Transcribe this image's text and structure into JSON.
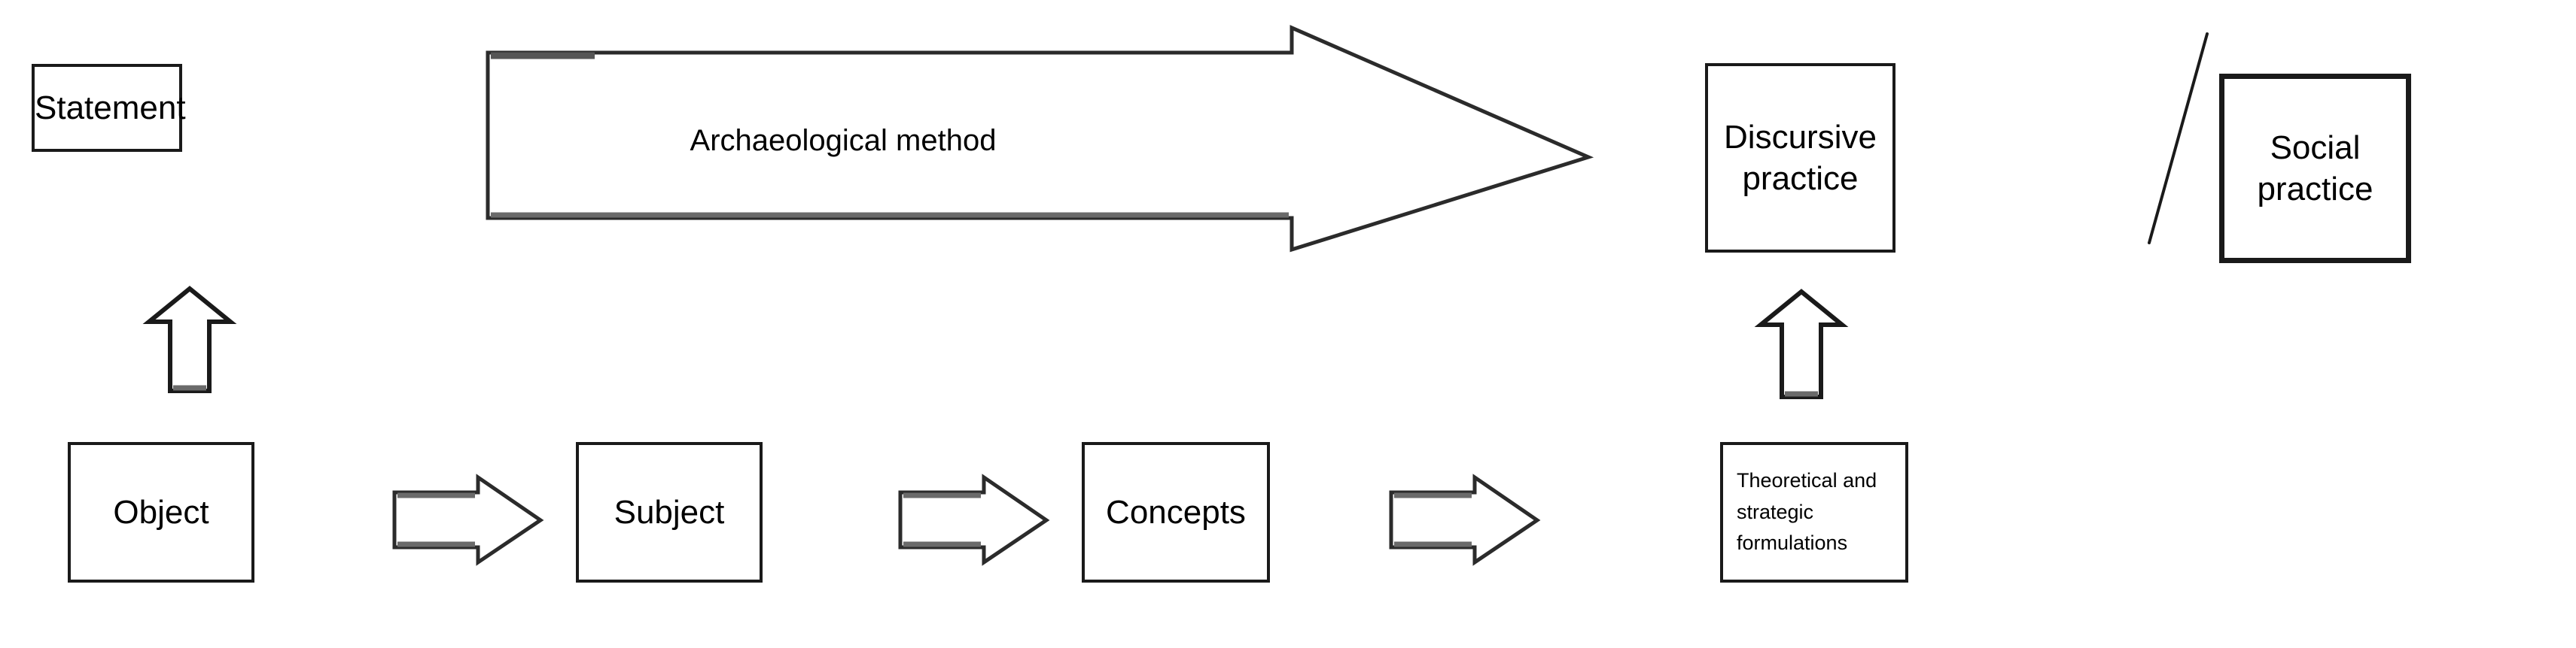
{
  "diagram": {
    "title": "Archaeological method diagram",
    "background_color": "#ffffff",
    "stroke_color": "#1a1a1a",
    "text_color": "#000000",
    "nodes": {
      "statement": {
        "label": "Statement"
      },
      "discursive_practice": {
        "label": "Discursive\npractice"
      },
      "social_practice": {
        "label": "Social\npractice"
      },
      "object": {
        "label": "Object"
      },
      "subject": {
        "label": "Subject"
      },
      "concepts": {
        "label": "Concepts"
      },
      "theoretical_formulations": {
        "label": "Theoretical and\nstrategic\nformulations"
      }
    },
    "connectors": {
      "archaeological_method_arrow": {
        "label": "Archaeological method",
        "direction": "right"
      },
      "object_to_subject": {
        "label": "",
        "direction": "right"
      },
      "subject_to_concepts": {
        "label": "",
        "direction": "right"
      },
      "concepts_to_theoretical": {
        "label": "",
        "direction": "right"
      },
      "object_to_statement": {
        "label": "",
        "direction": "up"
      },
      "theoretical_to_discursive": {
        "label": "",
        "direction": "up"
      },
      "divider_slash": {
        "label": "",
        "direction": "diagonal"
      }
    },
    "artifact": {
      "ghost_text": ""
    }
  }
}
